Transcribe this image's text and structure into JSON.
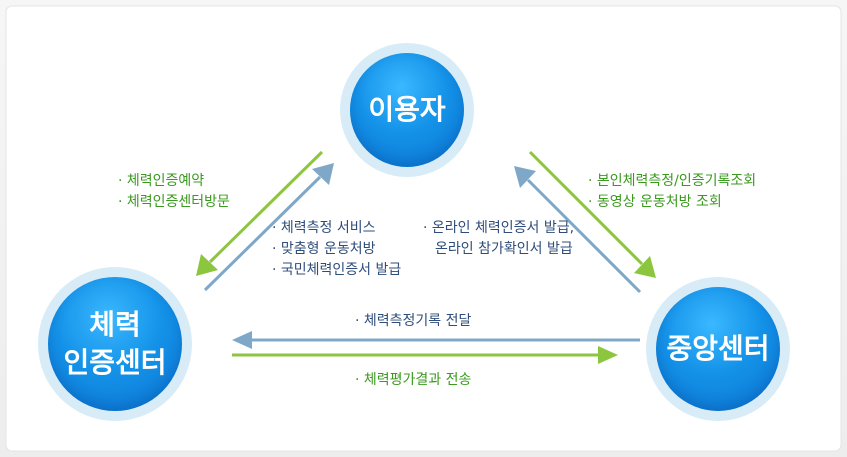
{
  "nodes": {
    "user": "이용자",
    "center": "체력\n인증센터",
    "central": "중앙센터"
  },
  "notes": {
    "user_to_center": [
      "· 체력인증예약",
      "· 체력인증센터방문"
    ],
    "center_to_user": [
      "· 체력측정 서비스",
      "· 맞춤형 운동처방",
      "· 국민체력인증서 발급"
    ],
    "central_to_user": [
      "· 온라인 체력인증서 발급,",
      "온라인 참가확인서 발급"
    ],
    "user_to_central": [
      "· 본인체력측정/인증기록조회",
      "· 동영상 운동처방 조회"
    ],
    "central_to_center": "· 체력측정기록 전달",
    "center_to_central": "· 체력평가결과 전송"
  },
  "colors": {
    "green_arrow": "#8cc63f",
    "blue_arrow": "#7fa8c8",
    "node": "#1492e8",
    "green_text": "#3a9a1e",
    "blue_text": "#2f4d7a"
  }
}
